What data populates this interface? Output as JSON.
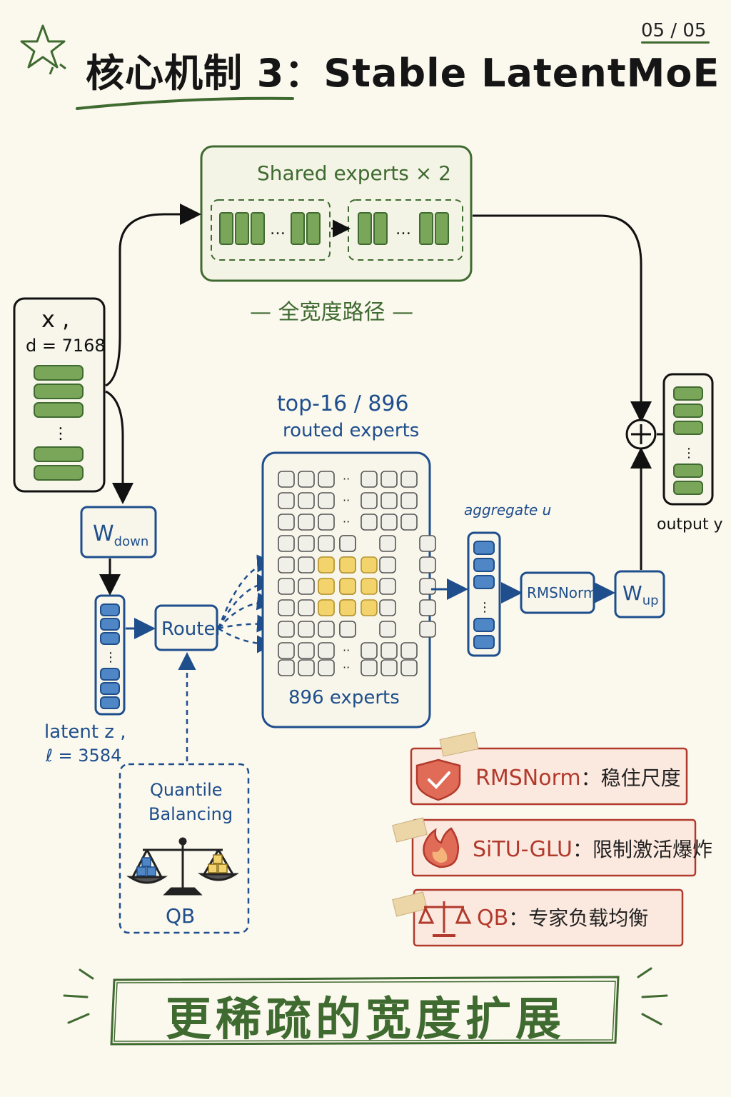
{
  "title": "核心机制 3：Stable LatentMoE",
  "page_indicator": "05 / 05",
  "shared": {
    "title": "Shared experts × 2",
    "path_label": "— 全宽度路径 —"
  },
  "input": {
    "label": "x ,",
    "dim": "d = 7168"
  },
  "routed": {
    "top": "top-16 / 896",
    "label": "routed experts",
    "count_label": "896 experts"
  },
  "wdown": {
    "main": "W",
    "sub": "down"
  },
  "wup": {
    "main": "W",
    "sub": "up"
  },
  "router": "Router",
  "aggregate": "aggregate u",
  "rmsnorm": "RMSNorm",
  "output": "output y",
  "latent": {
    "line1": "latent z ,",
    "line2": "ℓ = 3584"
  },
  "quantile": {
    "line1": "Quantile",
    "line2": "Balancing",
    "abbr": "QB"
  },
  "tags": [
    {
      "key": "RMSNorm",
      "sep": "：",
      "value": "稳住尺度",
      "icon": "shield-check-icon"
    },
    {
      "key": "SiTU-GLU",
      "sep": "：",
      "value": "限制激活爆炸",
      "icon": "flame-icon"
    },
    {
      "key": "QB",
      "sep": "：",
      "value": "专家负载均衡",
      "icon": "scales-icon"
    }
  ],
  "bottom_banner": "更稀疏的宽度扩展",
  "colors": {
    "green": "#3f6a30",
    "green_fill": "#7aa65a",
    "blue": "#1e4e8c",
    "blue_fill": "#4f86c6",
    "yellow_fill": "#f3d36b",
    "red": "#b23a2c",
    "tag_fill": "#fbe9df",
    "background": "#fbf8ee"
  }
}
